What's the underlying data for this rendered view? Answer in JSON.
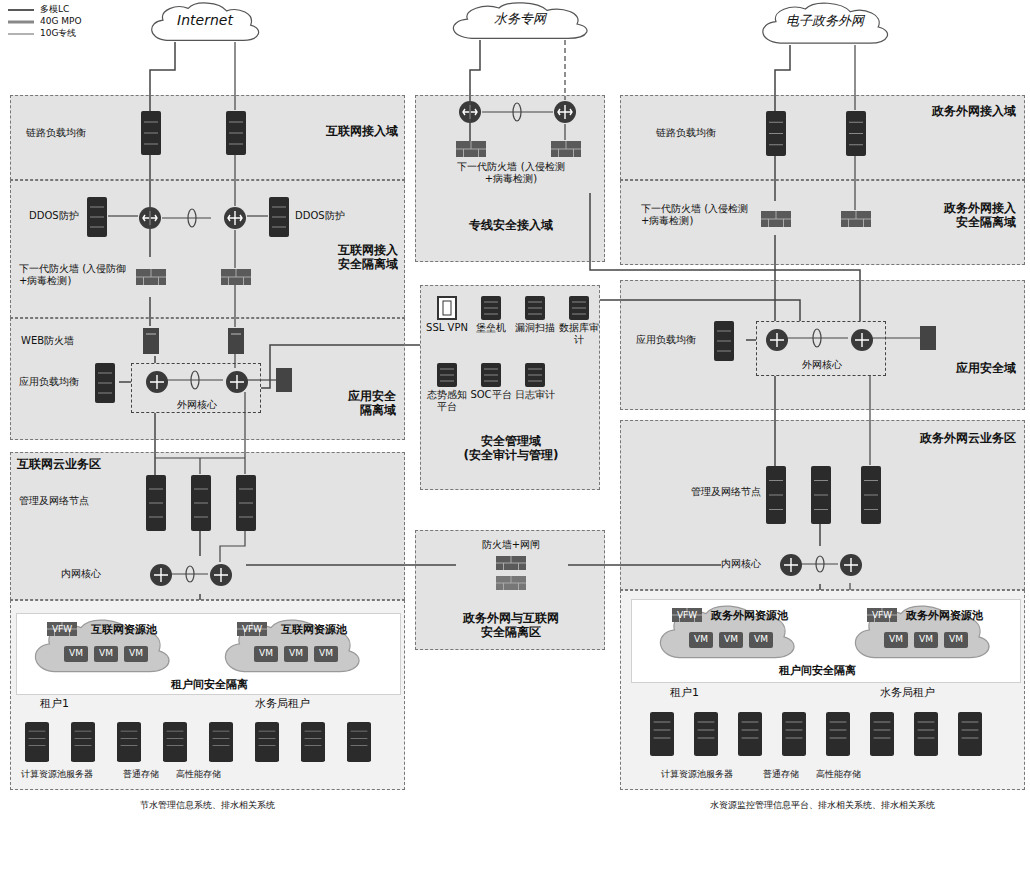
{
  "diagram": {
    "nodes": [
      {
        "text": [
          "Internet"
        ]
      },
      {
        "text": [
          "水务专网"
        ]
      },
      {
        "text": [
          "电子政务外网"
        ]
      },
      {
        "text": [
          "互联网接入域"
        ]
      },
      {
        "text": [
          "链路负载均衡"
        ],
        "in": 3
      },
      {
        "text": [
          "互联网接入 安全隔离域"
        ]
      },
      {
        "text": [
          "DDOS防护"
        ],
        "in": 5
      },
      {
        "text": [
          "DDOS防护"
        ],
        "in": 5
      },
      {
        "text": [
          "下一代防火墙 (入侵防御+病毒检测)"
        ],
        "in": 5
      },
      {
        "text": [
          "应用安全 隔离域"
        ]
      },
      {
        "text": [
          "WEB防火墙"
        ],
        "in": 9
      },
      {
        "text": [
          "应用负载均衡"
        ],
        "in": 9
      },
      {
        "text": [
          "外网核心"
        ],
        "in": 9
      },
      {
        "text": [
          "互联网云业务区"
        ]
      },
      {
        "text": [
          "管理及网络节点"
        ],
        "in": 13
      },
      {
        "text": [
          "内网核心"
        ],
        "in": 13
      },
      {
        "text": [
          "计算资源池服务器",
          "普通存储",
          "高性能存储"
        ]
      },
      {
        "text": [
          "租户间安全隔离"
        ],
        "in": 16
      },
      {
        "text": [
          "VFW",
          "互联网资源池",
          "VM",
          "VM",
          "VM"
        ],
        "in": 17
      },
      {
        "text": [
          "VFW",
          "互联网资源池",
          "VM",
          "VM",
          "VM"
        ],
        "in": 17
      },
      {
        "text": [
          "专线安全接入域"
        ]
      },
      {
        "text": [
          "下一代防火墙 (入侵检测+病毒检测)"
        ],
        "in": 20
      },
      {
        "text": [
          "安全管理域 (安全审计与管理)"
        ]
      },
      {
        "text": [
          "SSL VPN"
        ],
        "in": 22
      },
      {
        "text": [
          "堡垒机"
        ],
        "in": 22
      },
      {
        "text": [
          "漏洞扫描"
        ],
        "in": 22
      },
      {
        "text": [
          "数据库审计"
        ],
        "in": 22
      },
      {
        "text": [
          "态势感知平台"
        ],
        "in": 22
      },
      {
        "text": [
          "SOC平台"
        ],
        "in": 22
      },
      {
        "text": [
          "日志审计"
        ],
        "in": 22
      },
      {
        "text": [
          "政务外网与互联网 安全隔离区"
        ]
      },
      {
        "text": [
          "防火墙+网闸"
        ],
        "in": 30
      },
      {
        "text": [
          "政务外网接入域"
        ]
      },
      {
        "text": [
          "链路负载均衡"
        ],
        "in": 32
      },
      {
        "text": [
          "政务外网接入 安全隔离域"
        ]
      },
      {
        "text": [
          "下一代防火墙 (入侵检测+病毒检测)"
        ],
        "in": 34
      },
      {
        "text": [
          "应用安全域"
        ]
      },
      {
        "text": [
          "应用负载均衡"
        ],
        "in": 36
      },
      {
        "text": [
          "外网核心"
        ],
        "in": 36
      },
      {
        "text": [
          "政务外网云业务区"
        ]
      },
      {
        "text": [
          "管理及网络节点"
        ],
        "in": 39
      },
      {
        "text": [
          "内网核心"
        ],
        "in": 39
      },
      {
        "text": [
          "计算资源池服务器",
          "普通存储",
          "高性能存储"
        ]
      },
      {
        "text": [
          "租户间安全隔离"
        ],
        "in": 42
      },
      {
        "text": [
          "VFW",
          "政务外网资源池",
          "VM",
          "VM",
          "VM"
        ],
        "in": 43
      },
      {
        "text": [
          "VFW",
          "政务外网资源池",
          "VM",
          "VM",
          "VM"
        ],
        "in": 43
      }
    ],
    "edges": [
      {
        "from": 0,
        "to": 4,
        "arrow": "none"
      },
      {
        "from": 4,
        "to": 8,
        "arrow": "none"
      },
      {
        "from": 8,
        "to": 10,
        "arrow": "none"
      },
      {
        "from": 10,
        "to": 12,
        "arrow": "none"
      },
      {
        "from": 11,
        "to": 12,
        "arrow": "none"
      },
      {
        "from": 12,
        "to": 14,
        "arrow": "none"
      },
      {
        "from": 14,
        "to": 15,
        "arrow": "none"
      },
      {
        "from": 15,
        "to": 16,
        "arrow": "none"
      },
      {
        "from": 1,
        "to": 21,
        "arrow": "none"
      },
      {
        "from": 12,
        "to": 22,
        "arrow": "none"
      },
      {
        "from": 22,
        "to": 38,
        "arrow": "none"
      },
      {
        "from": 21,
        "to": 38,
        "arrow": "none"
      },
      {
        "from": 2,
        "to": 33,
        "arrow": "none"
      },
      {
        "from": 33,
        "to": 35,
        "arrow": "none"
      },
      {
        "from": 35,
        "to": 38,
        "arrow": "none"
      },
      {
        "from": 37,
        "to": 38,
        "arrow": "none"
      },
      {
        "from": 38,
        "to": 40,
        "arrow": "none"
      },
      {
        "from": 40,
        "to": 41,
        "arrow": "none"
      },
      {
        "from": 41,
        "to": 42,
        "arrow": "none"
      },
      {
        "from": 15,
        "to": 31,
        "arrow": "none"
      },
      {
        "from": 31,
        "to": 41,
        "arrow": "none"
      }
    ],
    "labels": [
      "租户1",
      "水务局租户",
      "租户1",
      "水务局租户",
      "节水管理信息系统、排水相关系统",
      "水资源监控管理信息平台、排水相关系统、排水相关系统"
    ],
    "legend": [
      {
        "text": "多模LC"
      },
      {
        "text": "40G MPO"
      },
      {
        "text": "10G专线"
      }
    ]
  }
}
